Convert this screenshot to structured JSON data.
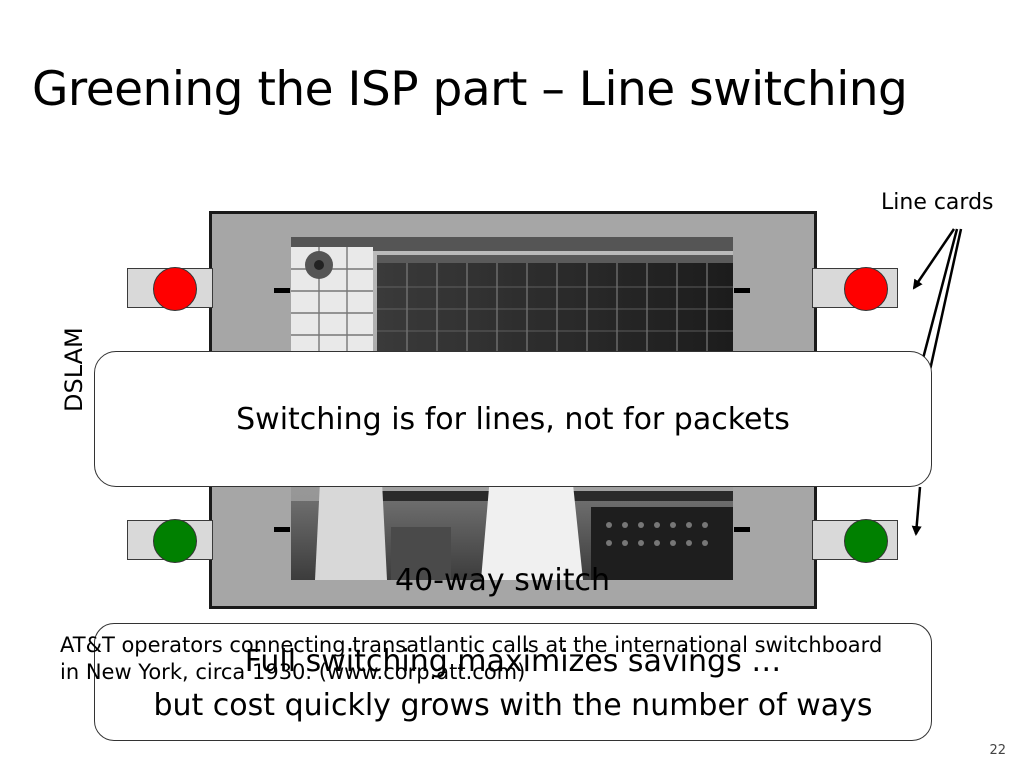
{
  "slide": {
    "title": "Greening the ISP part – Line switching",
    "line_cards_label": "Line cards",
    "side_label": "DSLAM",
    "callout_text": "Switching is for lines, not for packets",
    "switch_caption": "40-way switch",
    "bottom_line_1": "Full switching maximizes savings …",
    "bottom_line_2": "but cost quickly grows with the number of ways",
    "photo_caption_line_1": "AT&T operators connecting transatlantic calls at the international switchboard",
    "photo_caption_line_2": "in New York, circa 1930. (www.corp.att.com)",
    "page_number": "22"
  },
  "colors": {
    "led_active": "#ff0000",
    "led_idle": "#008000",
    "switch_fill": "#a6a6a6",
    "line_card_fill": "#d9d9d9"
  },
  "icons": {
    "photo": "switchboard-photo",
    "arrow": "arrow-icon",
    "led": "status-led-icon"
  }
}
